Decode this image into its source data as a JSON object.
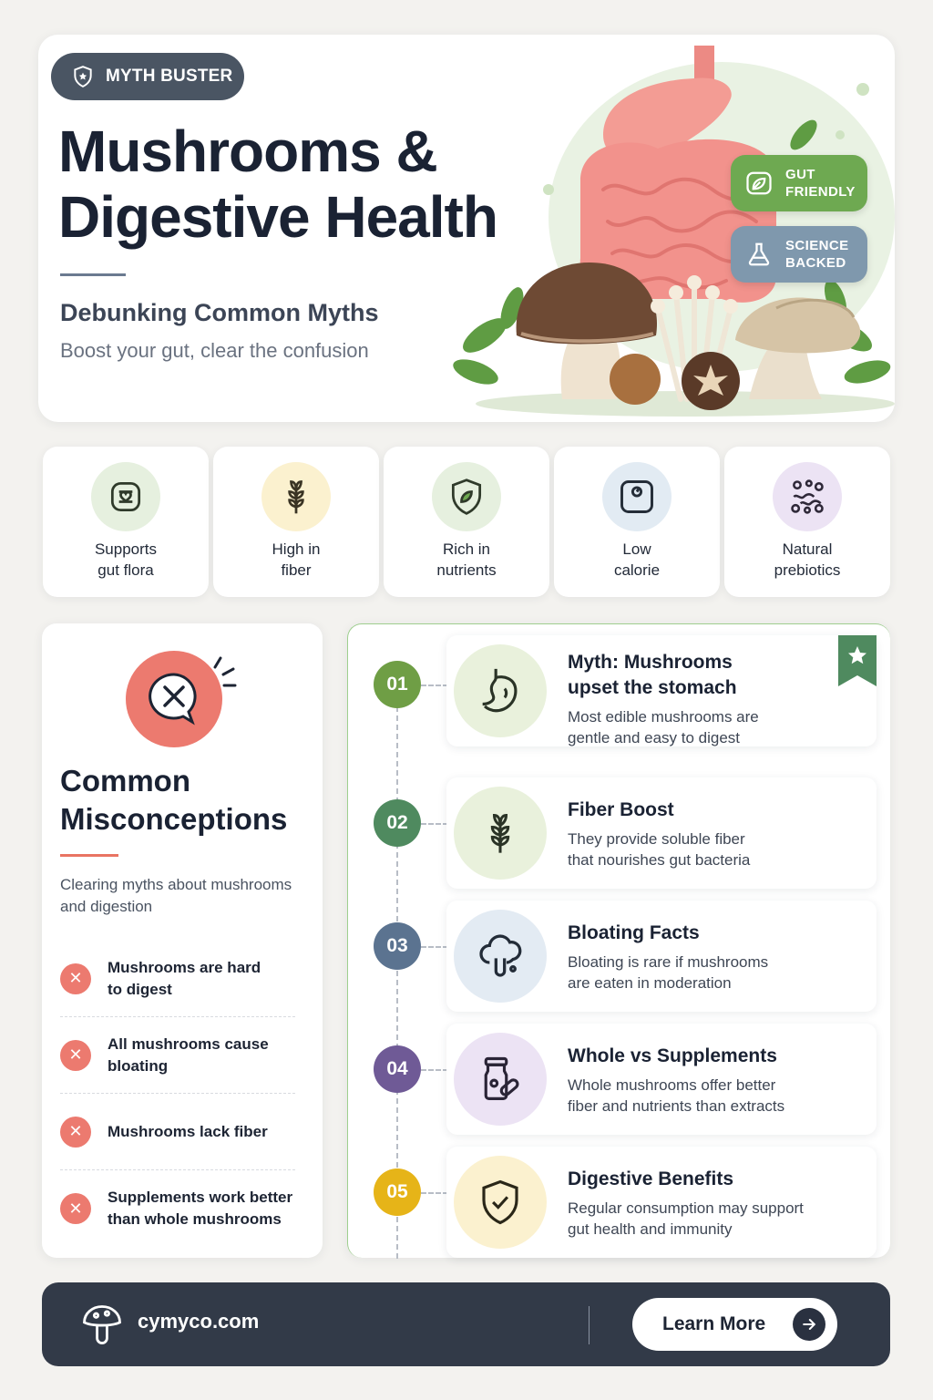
{
  "hero": {
    "badge": "MYTH BUSTER",
    "title_line1": "Mushrooms &",
    "title_line2": "Digestive Health",
    "subtitle": "Debunking Common Myths",
    "tagline": "Boost your gut, clear the confusion",
    "pill_gut_line1": "GUT",
    "pill_gut_line2": "FRIENDLY",
    "pill_sci_line1": "SCIENCE",
    "pill_sci_line2": "BACKED"
  },
  "features": [
    {
      "line1": "Supports",
      "line2": "gut flora",
      "icon": "gut-heart-icon",
      "bg": "#e6f0df"
    },
    {
      "line1": "High in",
      "line2": "fiber",
      "icon": "wheat-icon",
      "bg": "#fbf1cf"
    },
    {
      "line1": "Rich in",
      "line2": "nutrients",
      "icon": "shield-leaf-icon",
      "bg": "#e6f0df"
    },
    {
      "line1": "Low",
      "line2": "calorie",
      "icon": "scale-icon",
      "bg": "#e2ebf3"
    },
    {
      "line1": "Natural",
      "line2": "prebiotics",
      "icon": "bacteria-icon",
      "bg": "#ece3f4"
    }
  ],
  "misconceptions": {
    "title_line1": "Common",
    "title_line2": "Misconceptions",
    "subtitle": "Clearing myths about mushrooms and digestion",
    "items": [
      {
        "line1": "Mushrooms are hard",
        "line2": "to digest"
      },
      {
        "line1": "All mushrooms cause",
        "line2": "bloating"
      },
      {
        "line1": "Mushrooms lack fiber",
        "line2": ""
      },
      {
        "line1": "Supplements work better",
        "line2": "than whole mushrooms"
      }
    ]
  },
  "timeline": [
    {
      "num": "01",
      "color": "#6f9e45",
      "icon": "stomach-icon",
      "icon_bg": "#e9f1dc",
      "title_line1": "Myth: Mushrooms",
      "title_line2": "upset the stomach",
      "desc_line1": "Most edible mushrooms are",
      "desc_line2": "gentle and easy to digest"
    },
    {
      "num": "02",
      "color": "#4f8a5f",
      "icon": "wheat-icon",
      "icon_bg": "#e9f1dc",
      "title_line1": "Fiber Boost",
      "title_line2": "",
      "desc_line1": "They provide soluble fiber",
      "desc_line2": "that nourishes gut bacteria"
    },
    {
      "num": "03",
      "color": "#5b7390",
      "icon": "bloating-cloud-icon",
      "icon_bg": "#e3ebf3",
      "title_line1": "Bloating Facts",
      "title_line2": "",
      "desc_line1": "Bloating is rare if mushrooms",
      "desc_line2": "are eaten in moderation"
    },
    {
      "num": "04",
      "color": "#6f5a96",
      "icon": "supplement-jar-icon",
      "icon_bg": "#ece3f4",
      "title_line1": "Whole vs Supplements",
      "title_line2": "",
      "desc_line1": "Whole mushrooms offer better",
      "desc_line2": "fiber and nutrients than extracts"
    },
    {
      "num": "05",
      "color": "#e6b418",
      "icon": "shield-check-icon",
      "icon_bg": "#fbf1cf",
      "title_line1": "Digestive Benefits",
      "title_line2": "",
      "desc_line1": "Regular consumption may support",
      "desc_line2": "gut health and immunity"
    }
  ],
  "footer": {
    "site": "cymyco.com",
    "cta": "Learn More"
  }
}
